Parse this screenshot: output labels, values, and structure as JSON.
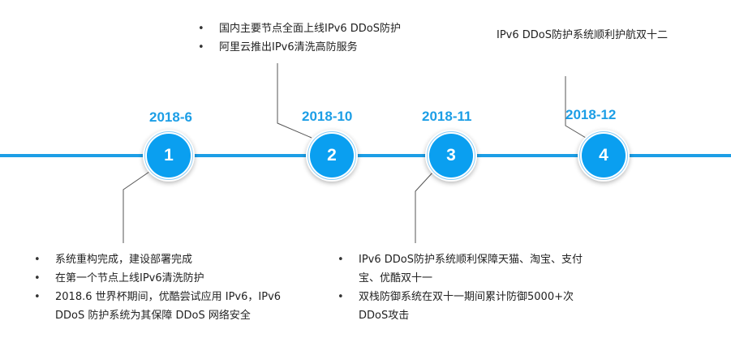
{
  "timeline": {
    "events": [
      {
        "year": "2018-6",
        "number": "1",
        "items": [
          "系统重构完成，建设部署完成",
          "在第一个节点上线IPv6清洗防护",
          "2018.6 世界杯期间，优酷尝试应用 IPv6，IPv6 DDoS 防护系统为其保障 DDoS 网络安全"
        ]
      },
      {
        "year": "2018-10",
        "number": "2",
        "items": [
          "国内主要节点全面上线IPv6 DDoS防护",
          "阿里云推出IPv6清洗高防服务"
        ]
      },
      {
        "year": "2018-11",
        "number": "3",
        "items": [
          "IPv6 DDoS防护系统顺利保障天猫、淘宝、支付宝、优酷双十一",
          "双栈防御系统在双十一期间累计防御5000+次DDoS攻击"
        ]
      },
      {
        "year": "2018-12",
        "number": "4",
        "text": "IPv6 DDoS防护系统顺利护航双十二"
      }
    ]
  },
  "colors": {
    "accent": "#1c9ee6",
    "node_fill": "#0a9ff0",
    "connector": "#555555"
  }
}
